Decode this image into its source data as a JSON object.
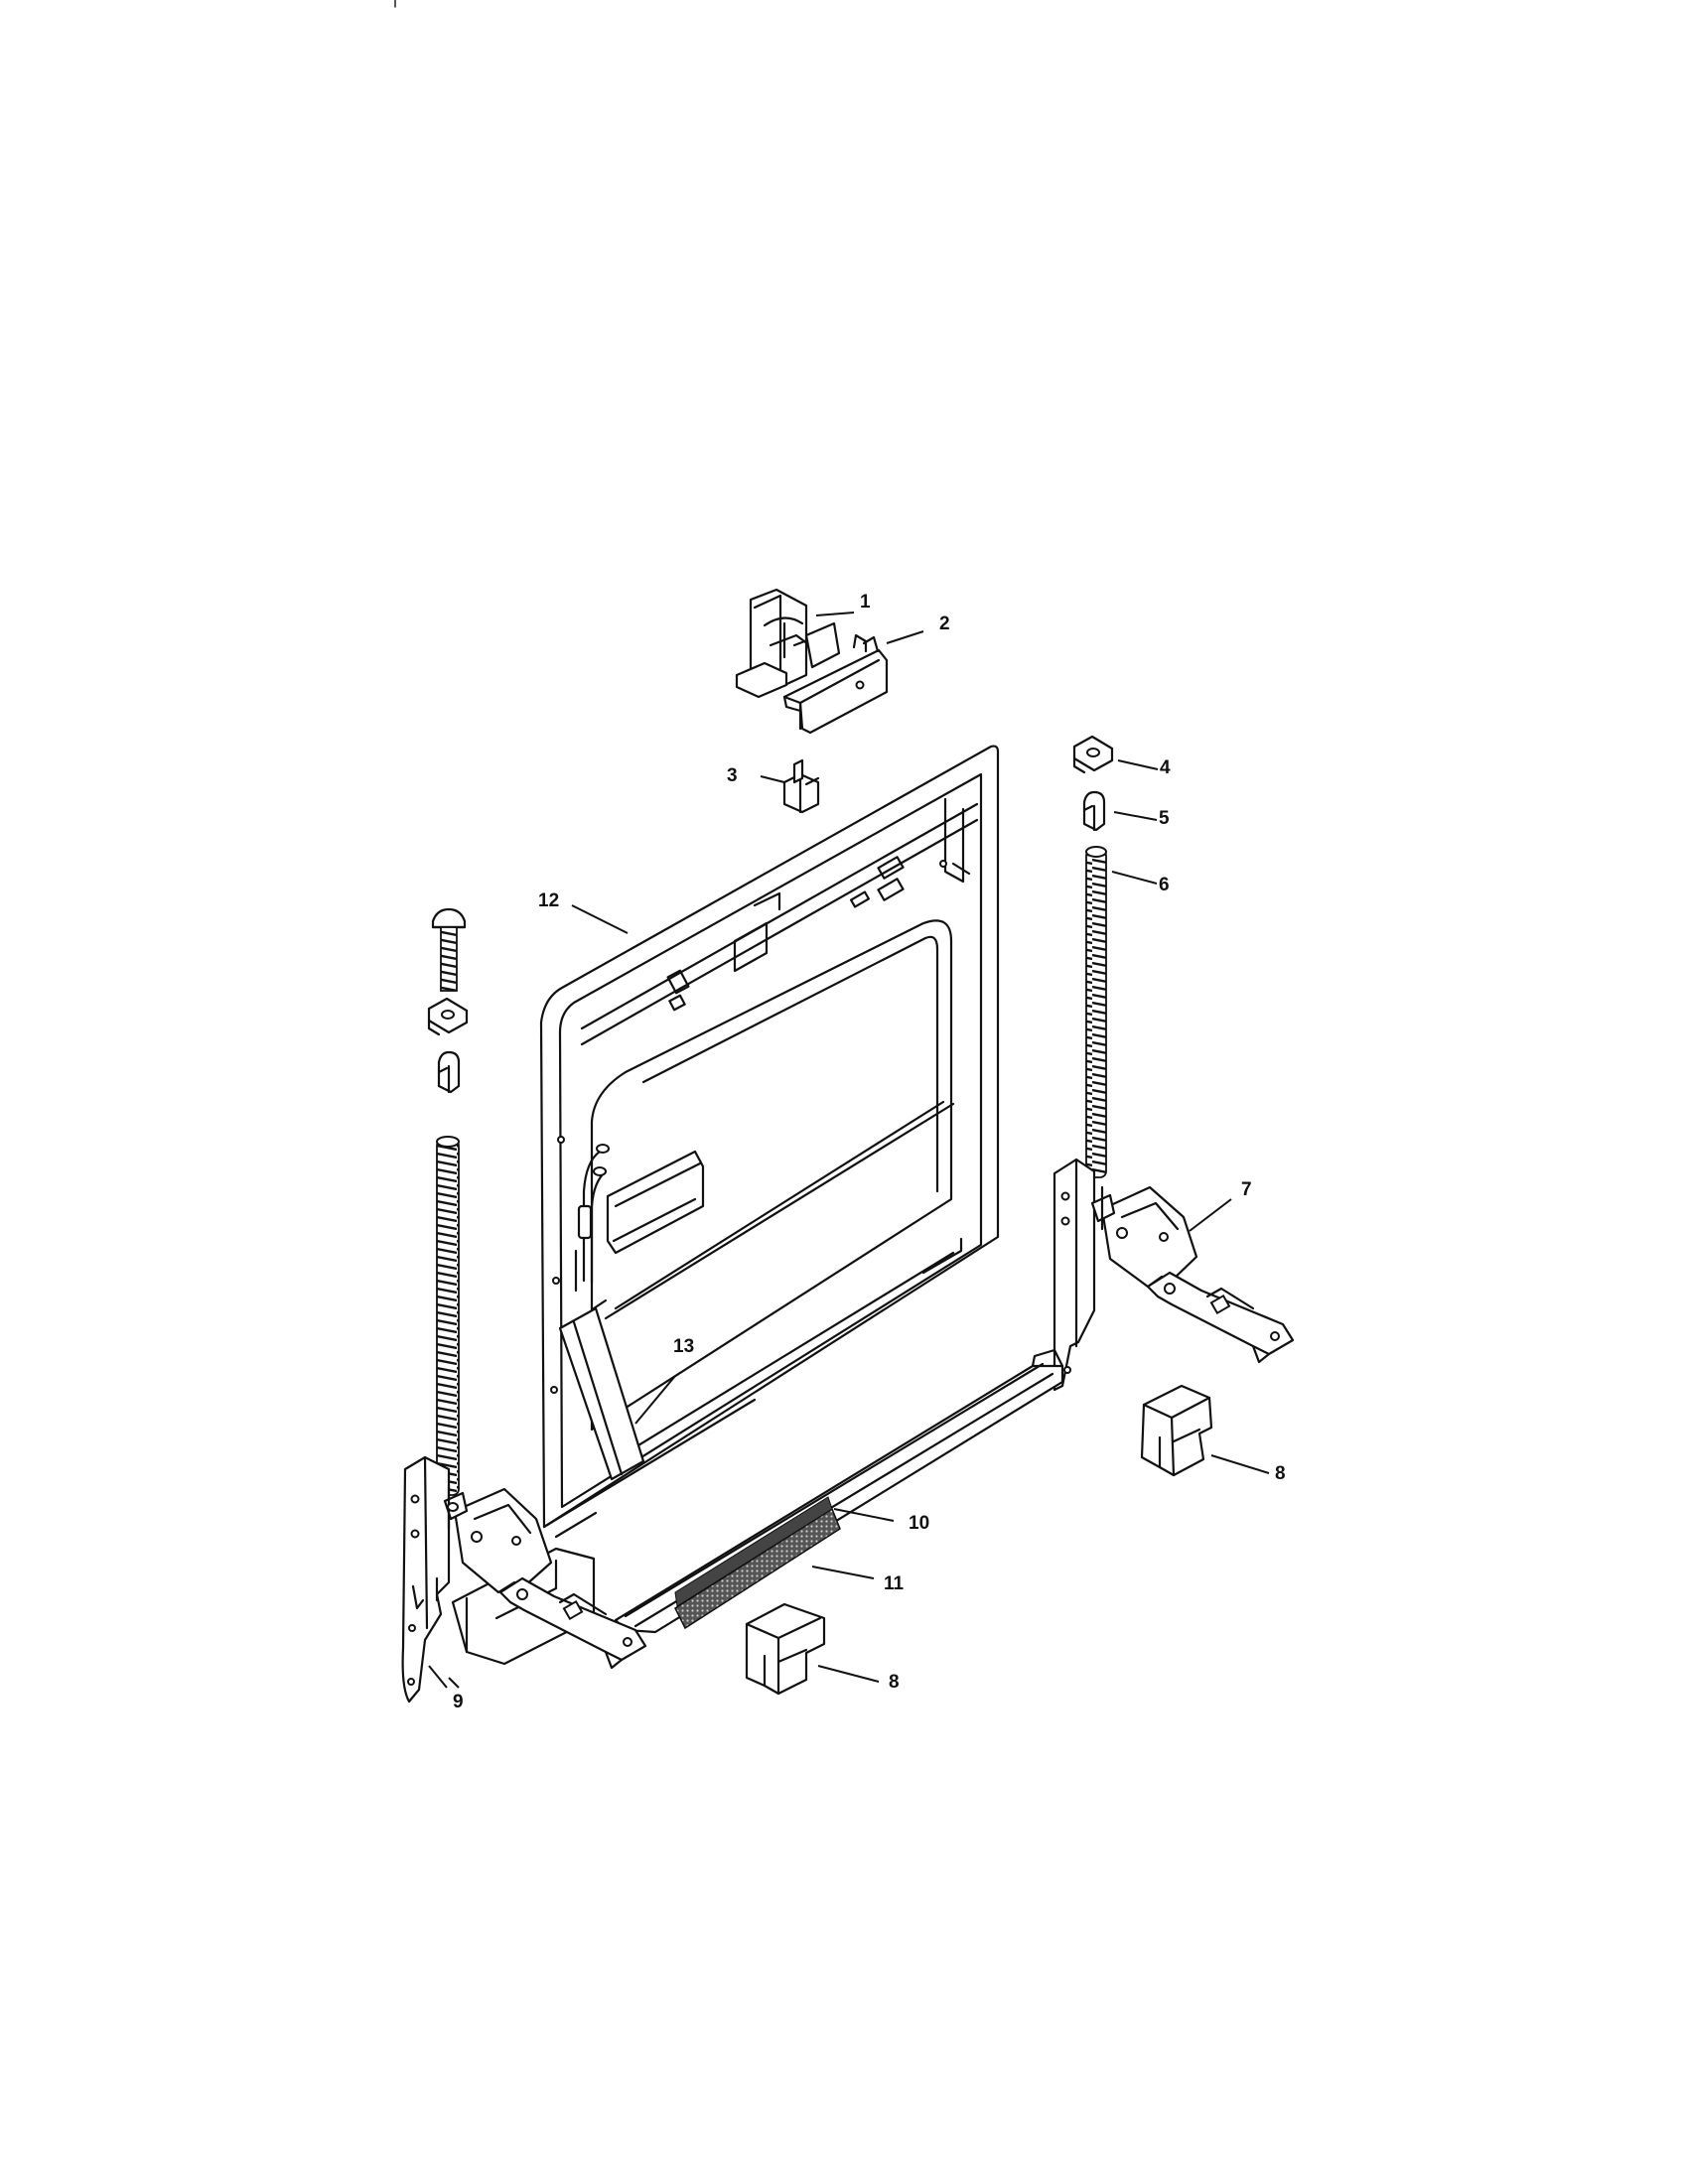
{
  "callouts": [
    {
      "id": "1",
      "label": "1"
    },
    {
      "id": "2",
      "label": "2"
    },
    {
      "id": "3",
      "label": "3"
    },
    {
      "id": "4",
      "label": "4"
    },
    {
      "id": "5",
      "label": "5"
    },
    {
      "id": "6",
      "label": "6"
    },
    {
      "id": "7",
      "label": "7"
    },
    {
      "id": "8a",
      "label": "8"
    },
    {
      "id": "8b",
      "label": "8"
    },
    {
      "id": "9",
      "label": "9"
    },
    {
      "id": "10",
      "label": "10"
    },
    {
      "id": "11",
      "label": "11"
    },
    {
      "id": "12",
      "label": "12"
    },
    {
      "id": "13",
      "label": "13"
    }
  ]
}
